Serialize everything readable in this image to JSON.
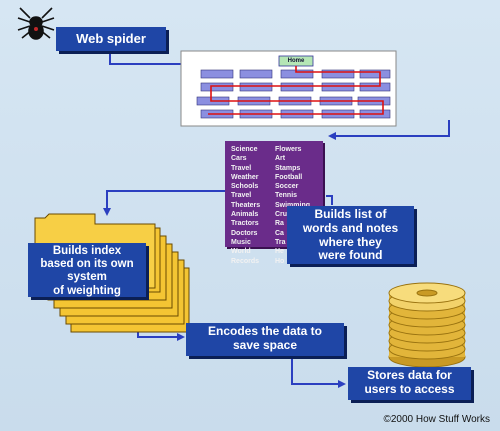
{
  "labels": {
    "web_spider": "Web spider",
    "home": "Home",
    "builds_list": [
      "Builds list of",
      "words and notes",
      "where they",
      "were found"
    ],
    "builds_index": [
      "Builds index",
      "based on its own",
      "system",
      "of weighting"
    ],
    "encodes": [
      "Encodes the data to",
      "save space"
    ],
    "stores": [
      "Stores data for",
      "users to access"
    ],
    "copyright": "©2000 How Stuff Works"
  },
  "word_list": {
    "left": [
      "Science",
      "Cars",
      "Travel",
      "Weather",
      "Schools",
      "Travel",
      "Theaters",
      "Animals",
      "Tractors",
      "Doctors",
      "Music",
      "World",
      "Records"
    ],
    "right": [
      "Flowers",
      "Art",
      "Stamps",
      "Football",
      "Soccer",
      "Tennis",
      "Swimming",
      "Cruises",
      "Ra",
      "Ca",
      "Tra",
      "He",
      "Ho"
    ]
  },
  "colors": {
    "box_blue": "#1f46a6",
    "arrow_blue": "#2b3fc0",
    "list_purple": "#6a2c8a",
    "link_red": "#d11",
    "folder_yellow": "#f4c533",
    "disk_gold": "#e2b53a"
  }
}
